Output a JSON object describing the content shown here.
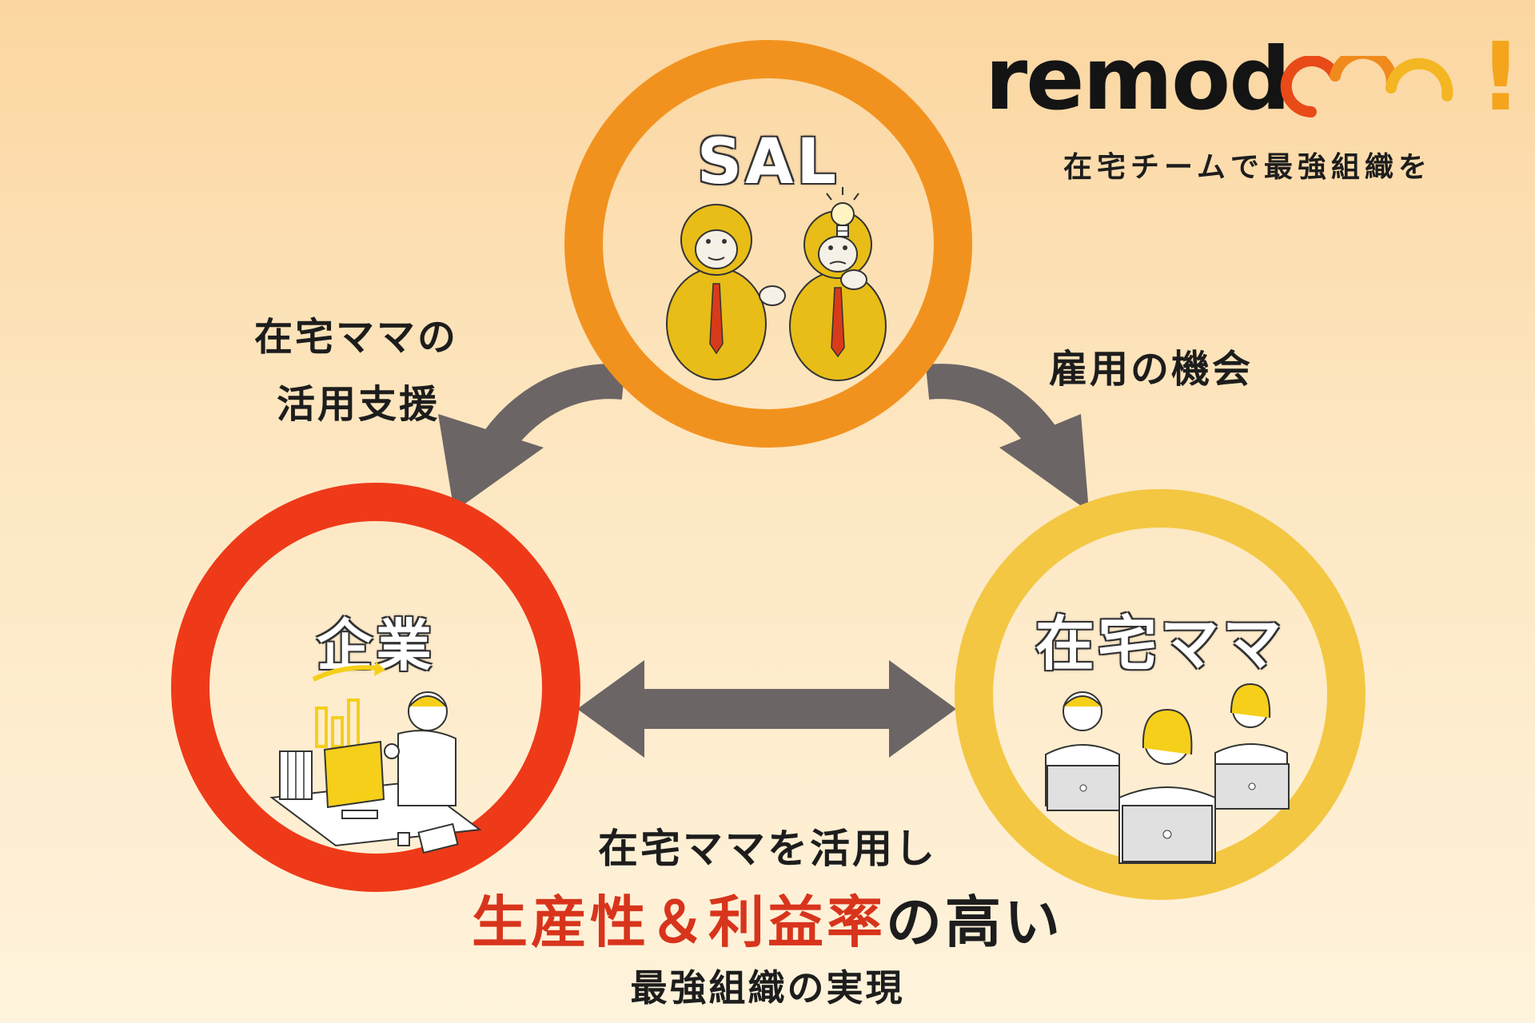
{
  "logo": {
    "text_dark": "remod",
    "text_loops": "",
    "text_exclaim": "!",
    "tagline": "在宅チームで最強組織を"
  },
  "nodes": {
    "sal": {
      "label": "SAL",
      "color": "#f2921e"
    },
    "company": {
      "label": "企業",
      "color": "#ee3a18"
    },
    "mama": {
      "label": "在宅ママ",
      "color": "#f3c742"
    }
  },
  "edges": {
    "sal_to_company": "在宅ママの\n活用支援",
    "sal_to_company_line1": "在宅ママの",
    "sal_to_company_line2": "活用支援",
    "sal_to_mama": "雇用の機会"
  },
  "bottom": {
    "line1": "在宅ママを活用し",
    "line2_red": "生産性＆利益率",
    "line2_dark": "の高い",
    "line3": "最強組織の実現"
  },
  "colors": {
    "arrow": "#6b6565",
    "red_text": "#d8341c"
  },
  "icons": [
    "lightbulb-icon",
    "chart-arrow-icon"
  ]
}
